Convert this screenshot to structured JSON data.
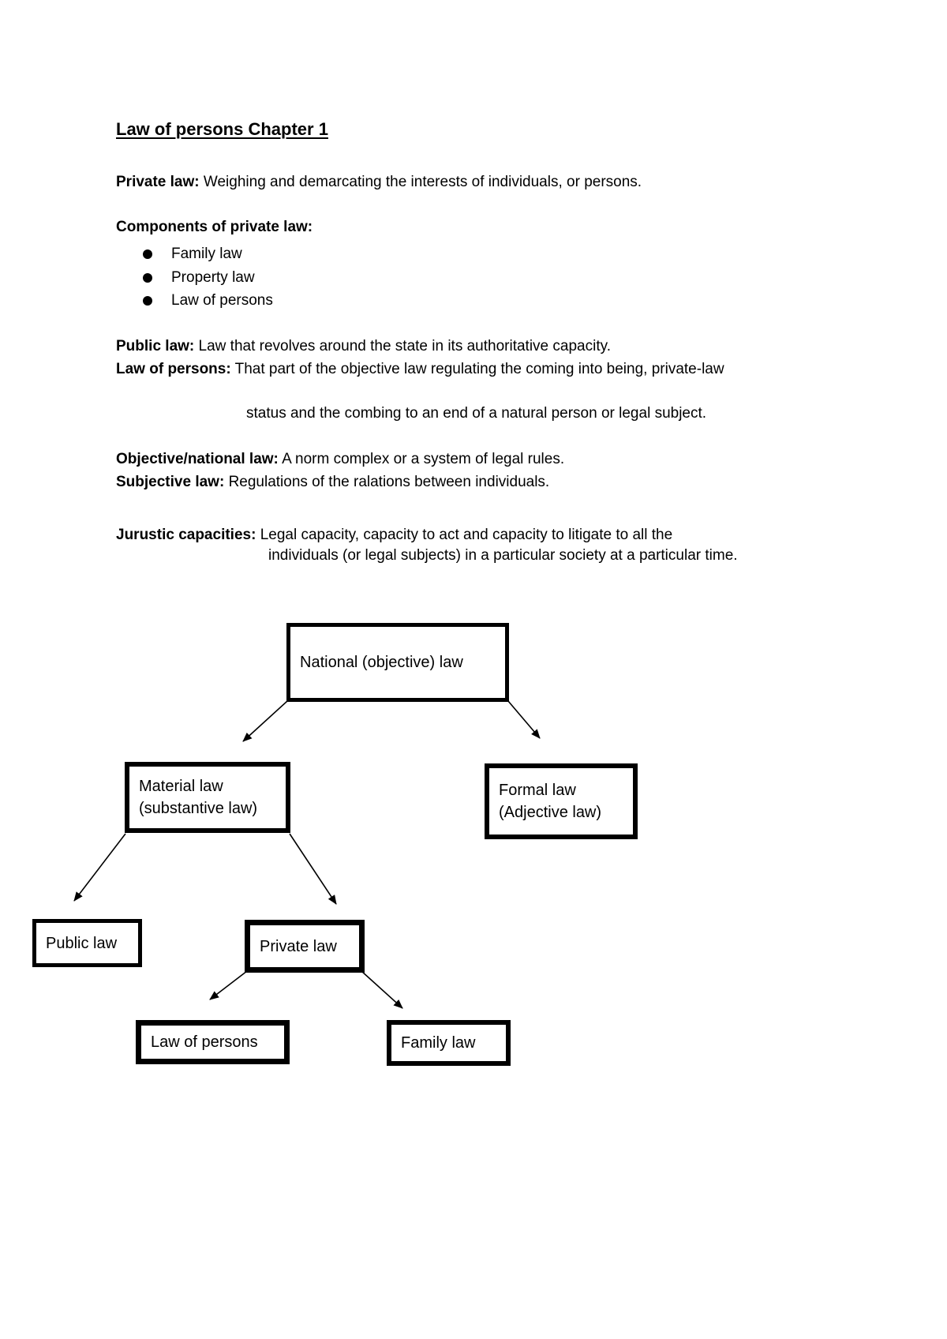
{
  "doc": {
    "title": "Law of persons Chapter 1",
    "private_law": {
      "term": "Private law:",
      "def": "Weighing and demarcating the interests of individuals, or persons."
    },
    "components": {
      "heading": "Components of private law:",
      "items": [
        "Family law",
        "Property law",
        "Law of persons"
      ]
    },
    "public_law": {
      "term": "Public law:",
      "def": "Law that revolves around the state in its authoritative capacity."
    },
    "law_of_persons": {
      "term": "Law of persons:",
      "def": "That part of the objective law regulating the coming into being, private-law",
      "def_cont": "status and the combing to an end of a natural person or legal subject."
    },
    "objective_law": {
      "term": "Objective/national law:",
      "def": "A norm complex or a system of legal rules."
    },
    "subjective_law": {
      "term": "Subjective law:",
      "def": "Regulations of the ralations between individuals."
    },
    "juristic_capacities": {
      "term": "Jurustic capacities:",
      "def": "Legal capacity, capacity to act and capacity to litigate to all the",
      "def_cont": "individuals (or legal subjects) in a particular society at a particular time."
    }
  },
  "diagram": {
    "nodes": {
      "national": {
        "label": "National (objective) law"
      },
      "material": {
        "line1": "Material law",
        "line2": "(substantive law)"
      },
      "formal": {
        "line1": "Formal law",
        "line2": "(Adjective law)"
      },
      "public": {
        "label": "Public law"
      },
      "private": {
        "label": "Private law"
      },
      "persons": {
        "label": "Law of persons"
      },
      "family": {
        "label": "Family law"
      }
    }
  },
  "icons": {
    "bullet_icon": "•"
  },
  "colors": {
    "text": "#000000",
    "page_background": "#ffffff",
    "box_border": "#000000",
    "arrow": "#000000"
  }
}
